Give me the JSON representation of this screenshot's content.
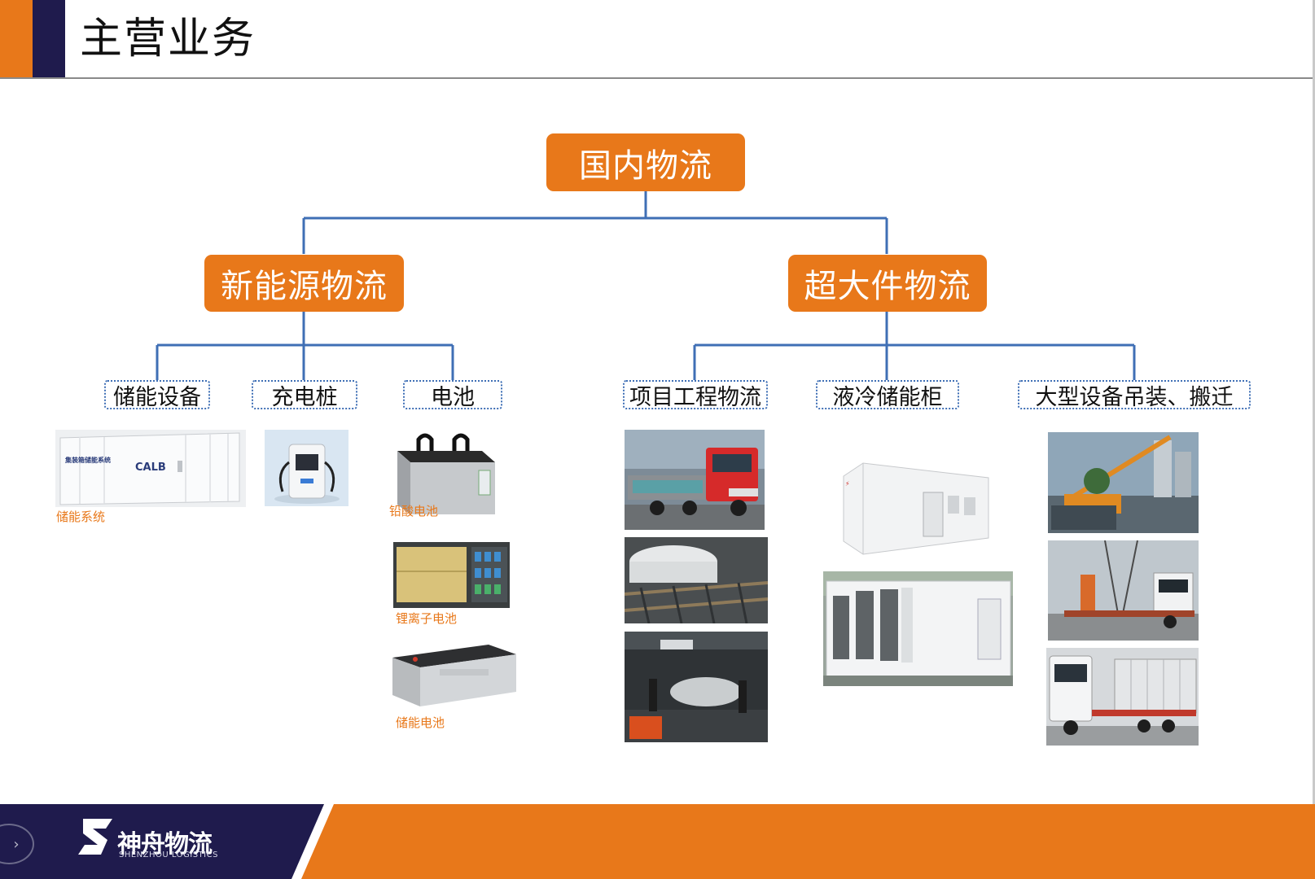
{
  "header": {
    "title": "主营业务"
  },
  "tree": {
    "root": "国内物流",
    "branches": [
      {
        "label": "新能源物流",
        "children": [
          "储能设备",
          "充电桩",
          "电池"
        ]
      },
      {
        "label": "超大件物流",
        "children": [
          "项目工程物流",
          "液冷储能柜",
          "大型设备吊装、搬迁"
        ]
      }
    ]
  },
  "captions": {
    "storage_system": "储能系统",
    "lead_acid": "铅酸电池",
    "lithium_ion": "锂离子电池",
    "storage_battery": "储能电池"
  },
  "product_text": {
    "calb": "CALB",
    "storage_label": "集装箱储能系统"
  },
  "footer": {
    "logo_name": "神舟物流",
    "logo_sub": "SHENZHOU LOGISTICS",
    "nav_icon": "chevron-right-icon"
  },
  "colors": {
    "orange": "#E8781A",
    "navy": "#1F1B4D",
    "line_blue": "#3f6fb5"
  }
}
